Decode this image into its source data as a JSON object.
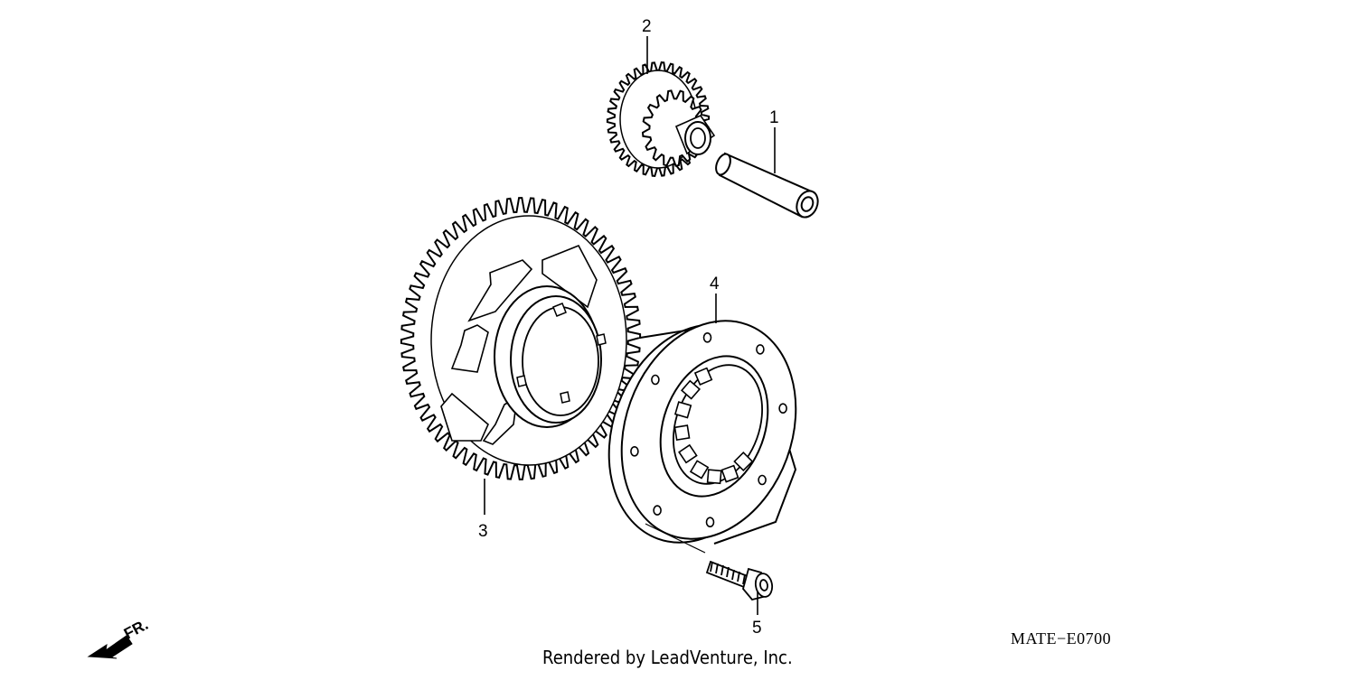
{
  "diagram": {
    "callouts": [
      {
        "id": "1",
        "text": "1"
      },
      {
        "id": "2",
        "text": "2"
      },
      {
        "id": "3",
        "text": "3"
      },
      {
        "id": "4",
        "text": "4"
      },
      {
        "id": "5",
        "text": "5"
      }
    ],
    "direction_label": "FR.",
    "diagram_code": "MATE−E0700",
    "credit": "Rendered by LeadVenture, Inc."
  },
  "colors": {
    "line": "#000000",
    "background": "#ffffff"
  }
}
